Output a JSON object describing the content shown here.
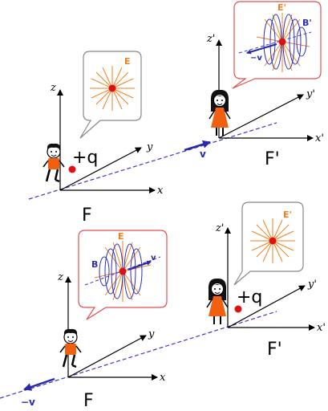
{
  "colors": {
    "axis": "#000000",
    "velocity": "#2a2aa8",
    "path_dash": "#3a3ac8",
    "field_E": "#f08020",
    "field_B": "#3030b0",
    "charge": "#dd1111",
    "bubble_grey_border": "#888888",
    "bubble_red_border": "#e05050",
    "shirt_orange": "#f06010"
  },
  "top": {
    "frame_F": {
      "x_label": "x",
      "y_label": "y",
      "z_label": "z",
      "frame_label": "F",
      "charge_label": "+q",
      "bubble_field_label": "E"
    },
    "frame_F_prime": {
      "x_label": "x'",
      "y_label": "y'",
      "z_label": "z'",
      "frame_label": "F'",
      "velocity_label": "v",
      "bubble_E_label": "E'",
      "bubble_B_label": "B'",
      "bubble_velocity_label": "−v"
    }
  },
  "bottom": {
    "frame_F": {
      "x_label": "x",
      "y_label": "y",
      "z_label": "z",
      "frame_label": "F",
      "velocity_label": "−v",
      "bubble_E_label": "E",
      "bubble_B_label": "B",
      "bubble_velocity_label": "v"
    },
    "frame_F_prime": {
      "x_label": "x'",
      "y_label": "y'",
      "z_label": "z'",
      "frame_label": "F'",
      "charge_label": "+q",
      "bubble_field_label": "E'"
    }
  }
}
